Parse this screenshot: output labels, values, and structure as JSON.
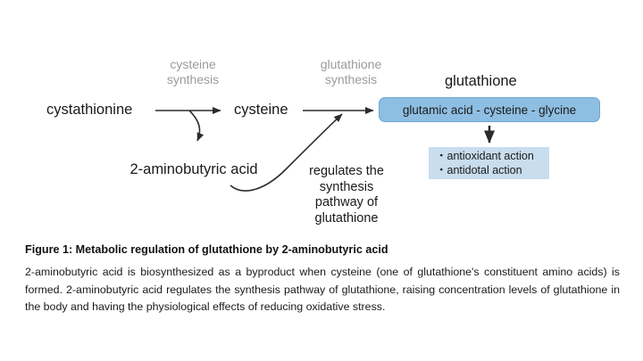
{
  "figure": {
    "diagram": {
      "nodes": [
        {
          "id": "cystathionine",
          "label": "cystathionine"
        },
        {
          "id": "cysteine",
          "label": "cysteine"
        },
        {
          "id": "aminobutyric",
          "label": "2-aminobutyric acid"
        },
        {
          "id": "glutathione",
          "label": "glutathione"
        }
      ],
      "step_labels": [
        {
          "id": "cysteine-synthesis",
          "line1": "cysteine",
          "line2": "synthesis"
        },
        {
          "id": "glutathione-synthesis",
          "line1": "glutathione",
          "line2": "synthesis"
        }
      ],
      "annotations": [
        {
          "id": "regulates",
          "text": "regulates the synthesis pathway of glutathione"
        }
      ],
      "glutathione_box": {
        "text": "glutamic acid - cysteine - glycine",
        "fill": "#8ebee2",
        "border": "#6fa6d0"
      },
      "actions_box": {
        "items": [
          "・antioxidant action",
          "・antidotal action"
        ],
        "fill": "#c8ddee"
      },
      "arrow_color": "#2b2b2b",
      "step_label_color": "#9b9b9b"
    },
    "caption": {
      "title": "Figure 1: Metabolic regulation of glutathione by 2-aminobutyric acid",
      "body": "2-aminobutyric acid is biosynthesized as a byproduct when cysteine (one of glutathione's constituent amino acids) is formed. 2-aminobutyric acid regulates the synthesis pathway of glutathione, raising concentration levels of glutathione in the body and having the physiological effects of reducing oxidative stress."
    }
  }
}
